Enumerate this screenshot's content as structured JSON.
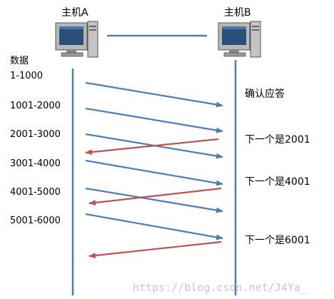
{
  "host_a": {
    "label": "主机A"
  },
  "host_b": {
    "label": "主机B"
  },
  "data_header": "数据",
  "segments": [
    "1-1000",
    "1001-2000",
    "2001-3000",
    "3001-4000",
    "4001-5000",
    "5001-6000"
  ],
  "responses": [
    "确认应答",
    "下一个是2001",
    "下一个是4001",
    "下一个是6001"
  ],
  "watermark": "https://blog.csdn.net/J4Ya_",
  "colors": {
    "send_arrow": "#4a7ebb",
    "ack_arrow": "#c0504d",
    "timeline": "#4a7ebb",
    "link": "#4a7ebb"
  },
  "icons": [
    "computer-icon",
    "computer-icon"
  ]
}
